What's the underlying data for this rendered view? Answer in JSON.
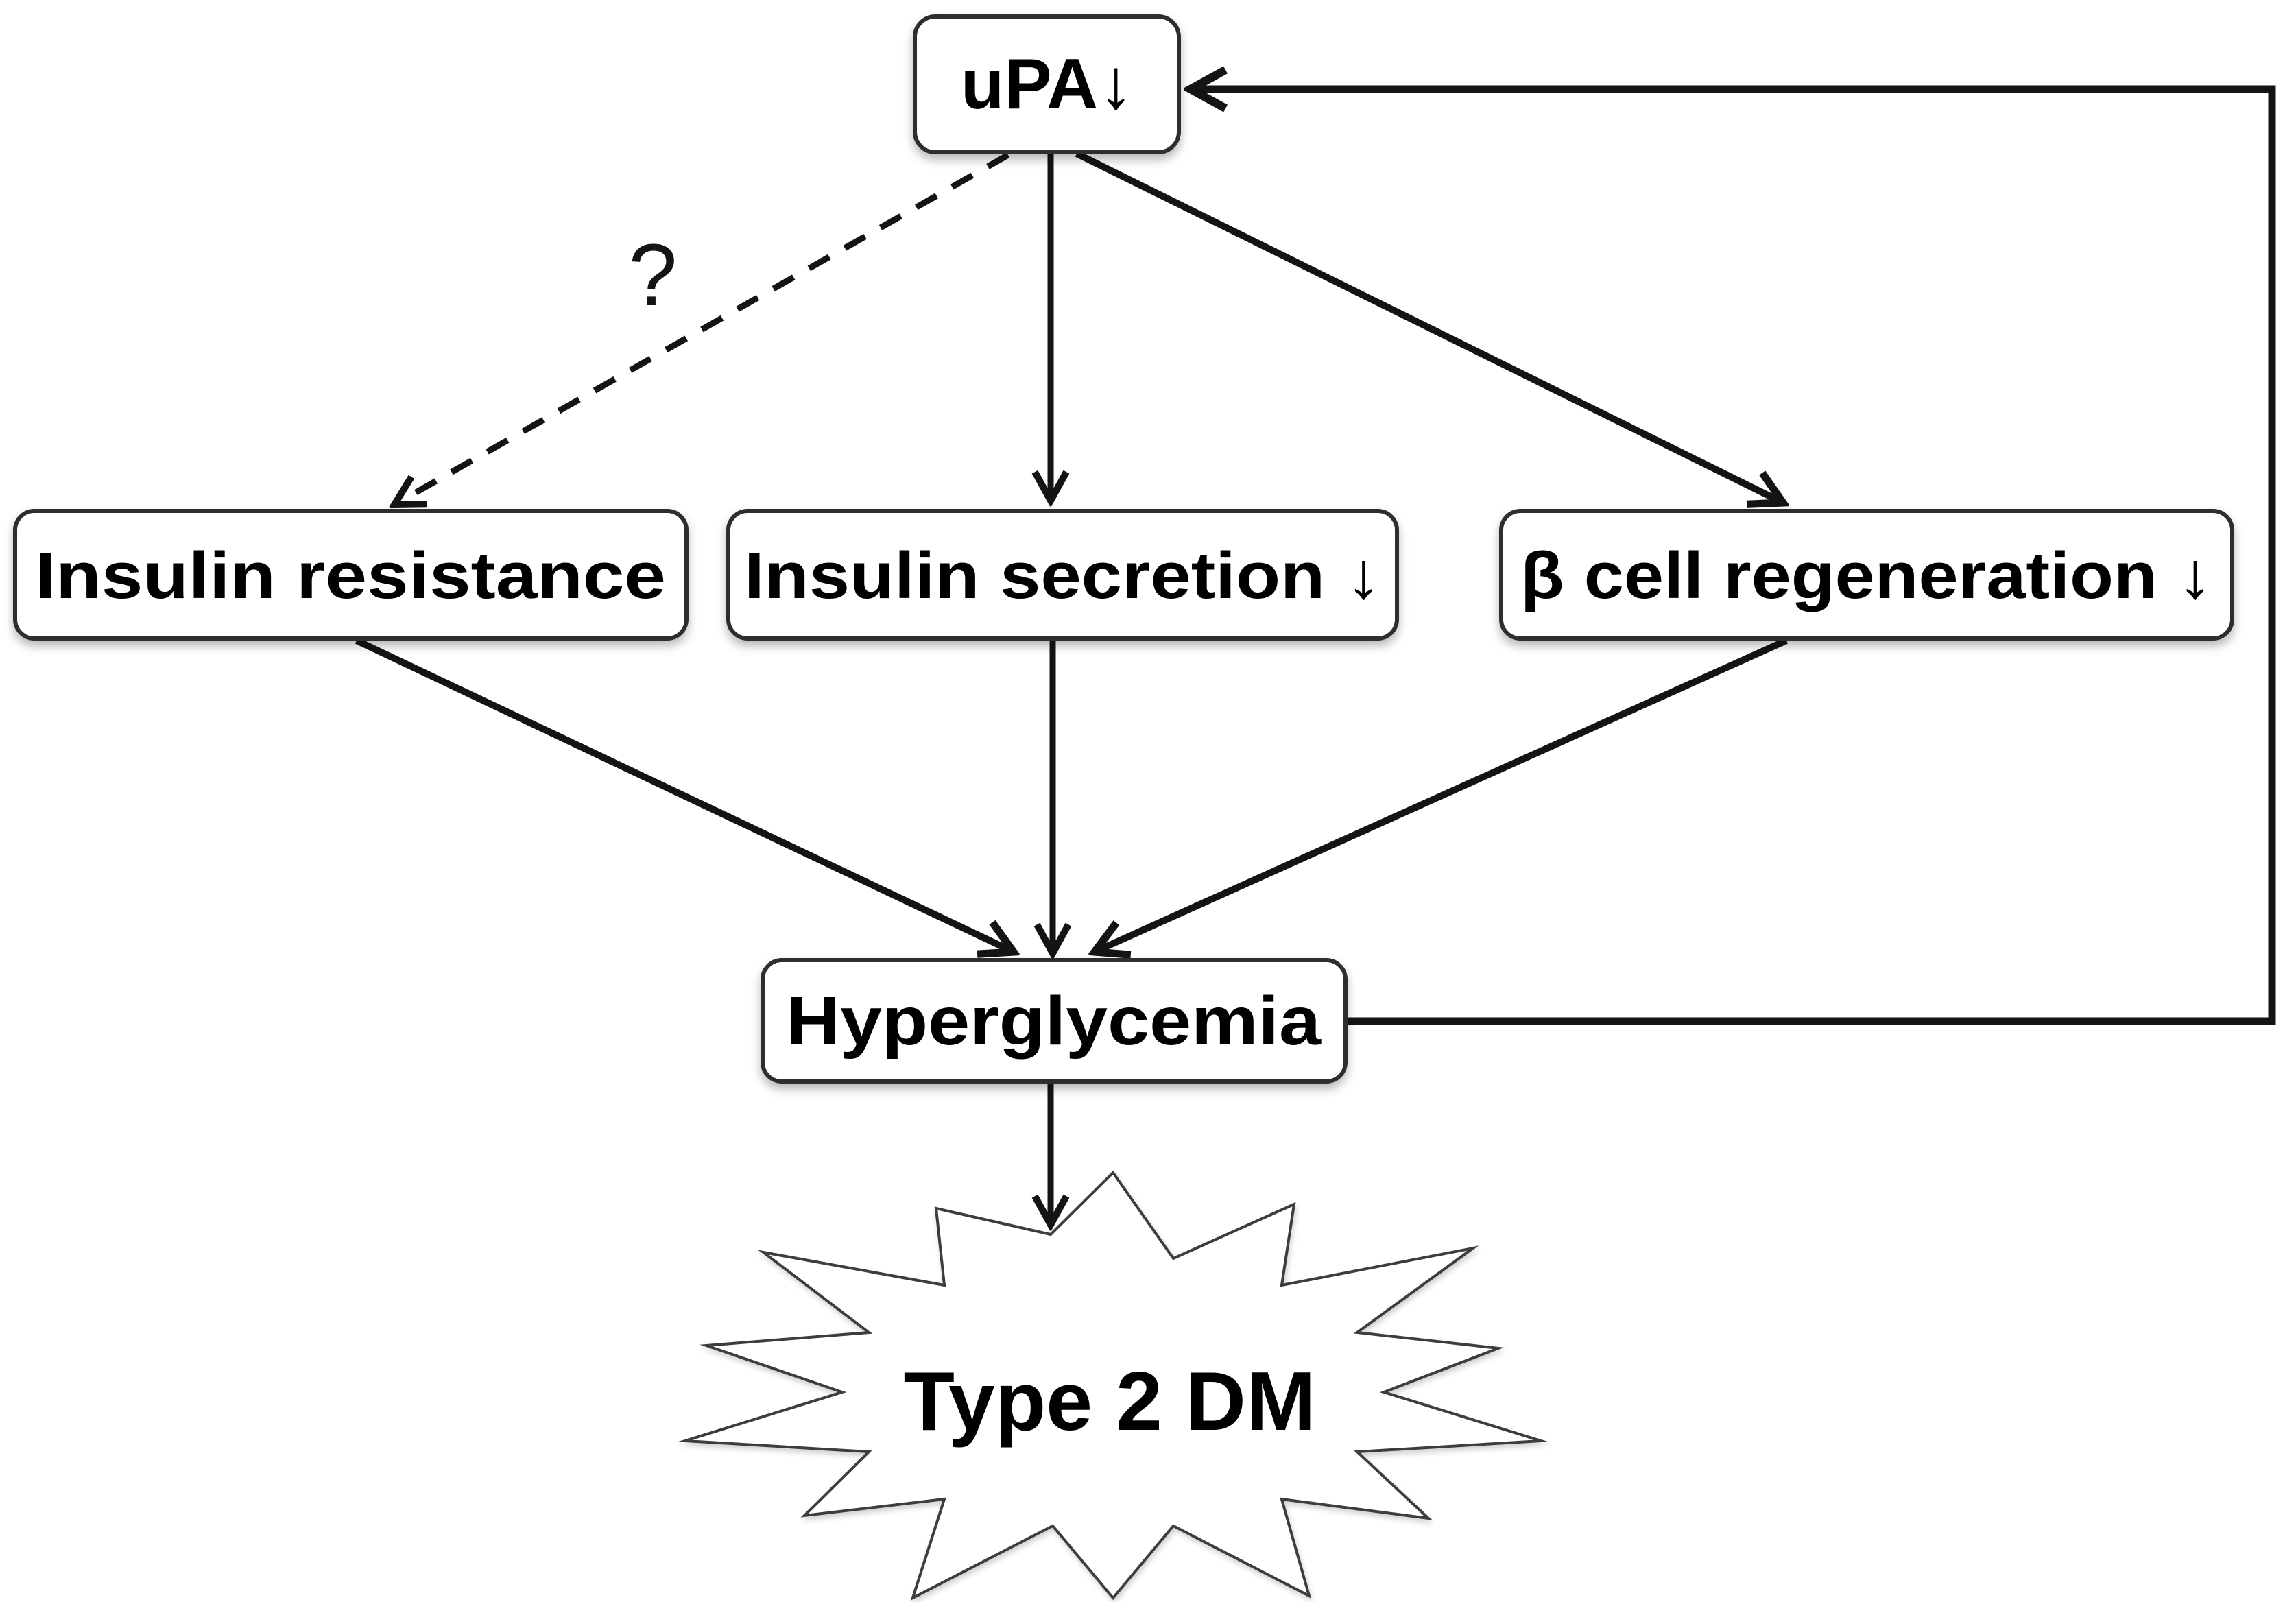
{
  "figure": {
    "background": "#ffffff",
    "nodes": {
      "upa": {
        "label": "uPA↓",
        "shape": "rounded-rect"
      },
      "insulin_resistance": {
        "label": "Insulin resistance",
        "shape": "rounded-rect"
      },
      "insulin_secretion": {
        "label": "Insulin secretion ↓",
        "shape": "rounded-rect"
      },
      "beta_cell_regeneration": {
        "label": "β cell regeneration ↓",
        "shape": "rounded-rect"
      },
      "hyperglycemia": {
        "label": "Hyperglycemia",
        "shape": "rounded-rect"
      },
      "type_2_dm": {
        "label": "Type 2 DM",
        "shape": "starburst"
      }
    },
    "annotations": {
      "question_mark": "?"
    },
    "edges": [
      {
        "from": "uPA↓",
        "to": "Insulin resistance",
        "style": "dashed-arrow",
        "label": "?"
      },
      {
        "from": "uPA↓",
        "to": "Insulin secretion ↓",
        "style": "solid-arrow"
      },
      {
        "from": "uPA↓",
        "to": "β cell regeneration ↓",
        "style": "solid-arrow"
      },
      {
        "from": "Insulin resistance",
        "to": "Hyperglycemia",
        "style": "solid-arrow"
      },
      {
        "from": "Insulin secretion ↓",
        "to": "Hyperglycemia",
        "style": "solid-arrow"
      },
      {
        "from": "β cell regeneration ↓",
        "to": "Hyperglycemia",
        "style": "solid-arrow"
      },
      {
        "from": "Hyperglycemia",
        "to": "uPA↓",
        "style": "solid-arrow",
        "path": "right-side feedback loop"
      },
      {
        "from": "Hyperglycemia",
        "to": "Type 2 DM",
        "style": "solid-arrow"
      }
    ],
    "colors": {
      "line": "#141414",
      "box_border": "#2e2e2e",
      "box_fill": "#ffffff",
      "text": "#000000",
      "star_outline": "#3c3c3c",
      "background": "#ffffff"
    }
  }
}
